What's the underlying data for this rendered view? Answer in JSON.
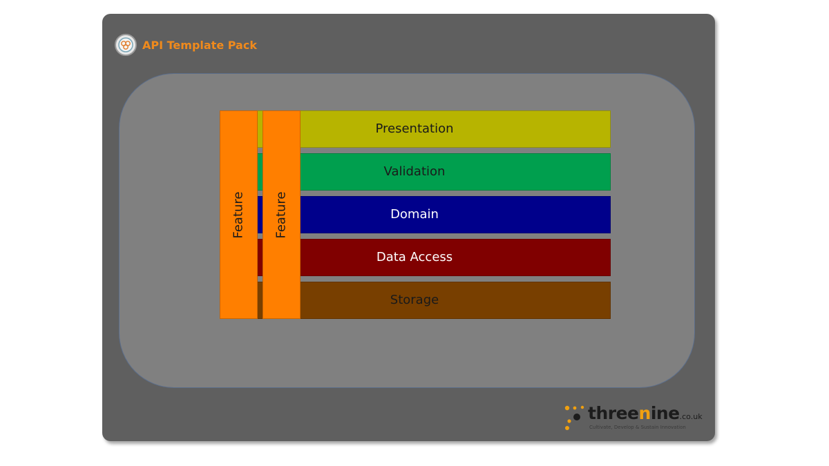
{
  "header": {
    "title": "API Template Pack",
    "logo_icon": "api-pack-logo-icon"
  },
  "layers": [
    {
      "label": "Presentation",
      "color": "#b7b400"
    },
    {
      "label": "Validation",
      "color": "#009f4e"
    },
    {
      "label": "Domain",
      "color": "#00008b"
    },
    {
      "label": "Data Access",
      "color": "#800000"
    },
    {
      "label": "Storage",
      "color": "#783f00"
    }
  ],
  "features": [
    {
      "label": "Feature",
      "color": "#ff7f00"
    },
    {
      "label": "Feature",
      "color": "#ff7f00"
    }
  ],
  "brand": {
    "name_prefix": "three",
    "name_accent": "n",
    "name_suffix": "ine",
    "tld": ".co.uk",
    "tagline": "Cultivate, Develop & Sustain Innovation",
    "accent_color": "#f0a010"
  }
}
